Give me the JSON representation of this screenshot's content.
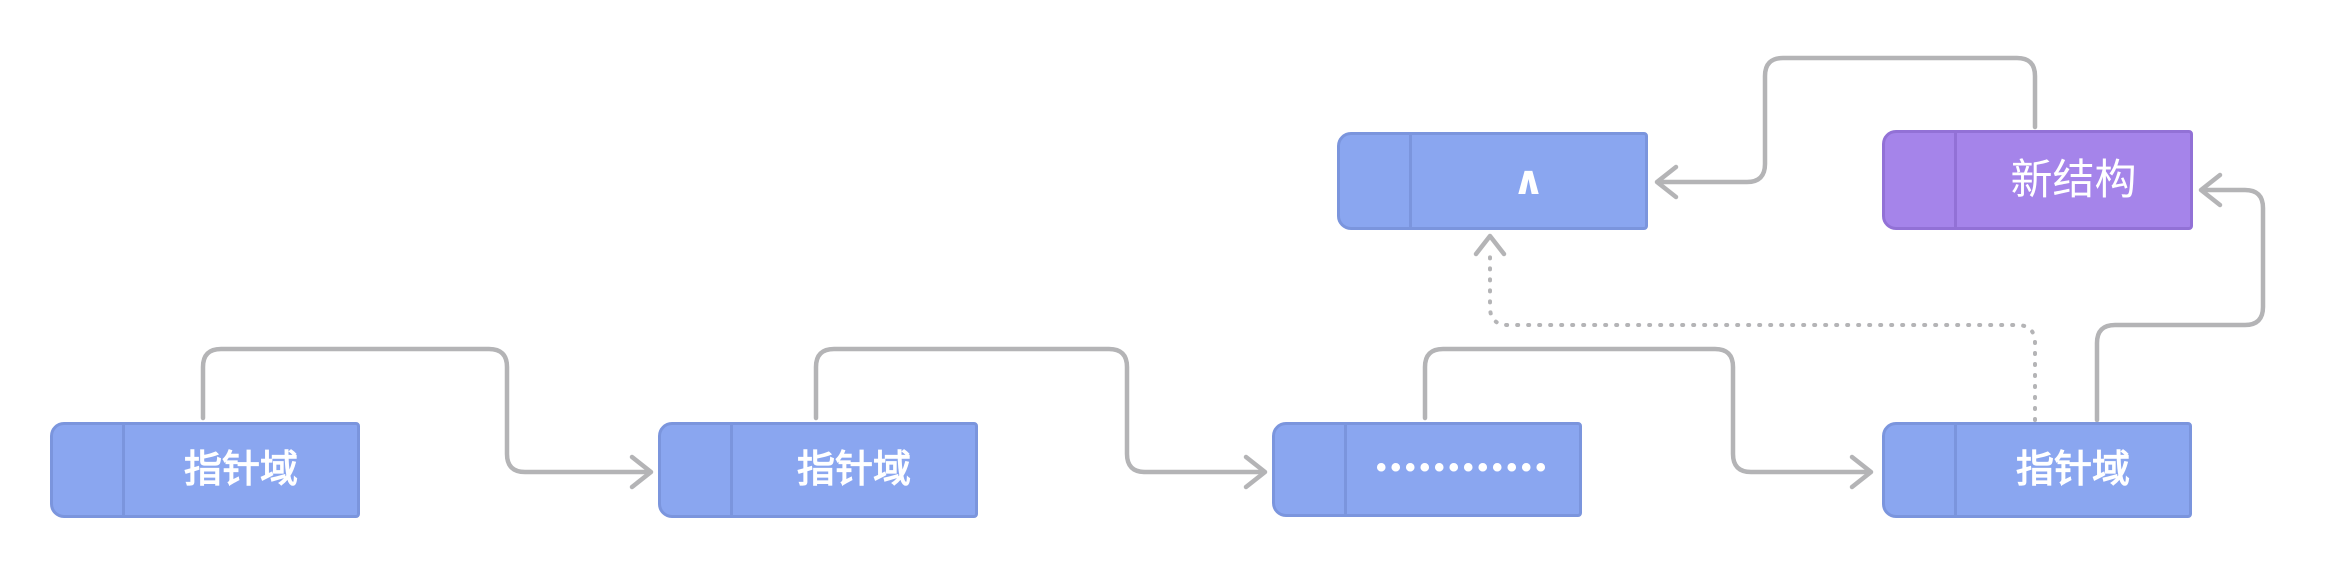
{
  "diagram": {
    "description": "singly linked list tail-insertion diagram",
    "nodes": [
      {
        "id": "node-1",
        "label": "指针域",
        "kind": "list-node",
        "fill": "#8aa6f0",
        "border": "#7b95dd",
        "text_color": "#ffffff"
      },
      {
        "id": "node-2",
        "label": "指针域",
        "kind": "list-node",
        "fill": "#8aa6f0",
        "border": "#7b95dd",
        "text_color": "#ffffff"
      },
      {
        "id": "node-3",
        "label": "••••••••••••",
        "kind": "ellipsis-node",
        "fill": "#8aa6f0",
        "border": "#7b95dd",
        "text_color": "#ffffff"
      },
      {
        "id": "node-4",
        "label": "指针域",
        "kind": "list-node",
        "fill": "#8aa6f0",
        "border": "#7b95dd",
        "text_color": "#ffffff"
      },
      {
        "id": "null-node",
        "label": "∧",
        "kind": "null-node",
        "fill": "#8aa6f0",
        "border": "#7b95dd",
        "text_color": "#ffffff"
      },
      {
        "id": "new-node",
        "label": "新结构",
        "kind": "new-node",
        "fill": "#a584ea",
        "border": "#9271d6",
        "text_color": "#ffffff"
      }
    ],
    "connectors": [
      {
        "from": "node-1",
        "to": "node-2",
        "style": "solid"
      },
      {
        "from": "node-2",
        "to": "node-3",
        "style": "solid"
      },
      {
        "from": "node-3",
        "to": "node-4",
        "style": "solid"
      },
      {
        "from": "new-node",
        "to": "null-node",
        "style": "solid"
      },
      {
        "from": "node-4",
        "to": "new-node",
        "style": "solid"
      },
      {
        "from": "node-4",
        "to": "null-node",
        "style": "dotted"
      }
    ],
    "colors": {
      "background": "#ffffff",
      "node_fill": "#8aa6f0",
      "node_border": "#7b95dd",
      "new_node_fill": "#a584ea",
      "new_node_border": "#9271d6",
      "connector": "#b4b4b6",
      "label_text": "#ffffff"
    }
  }
}
